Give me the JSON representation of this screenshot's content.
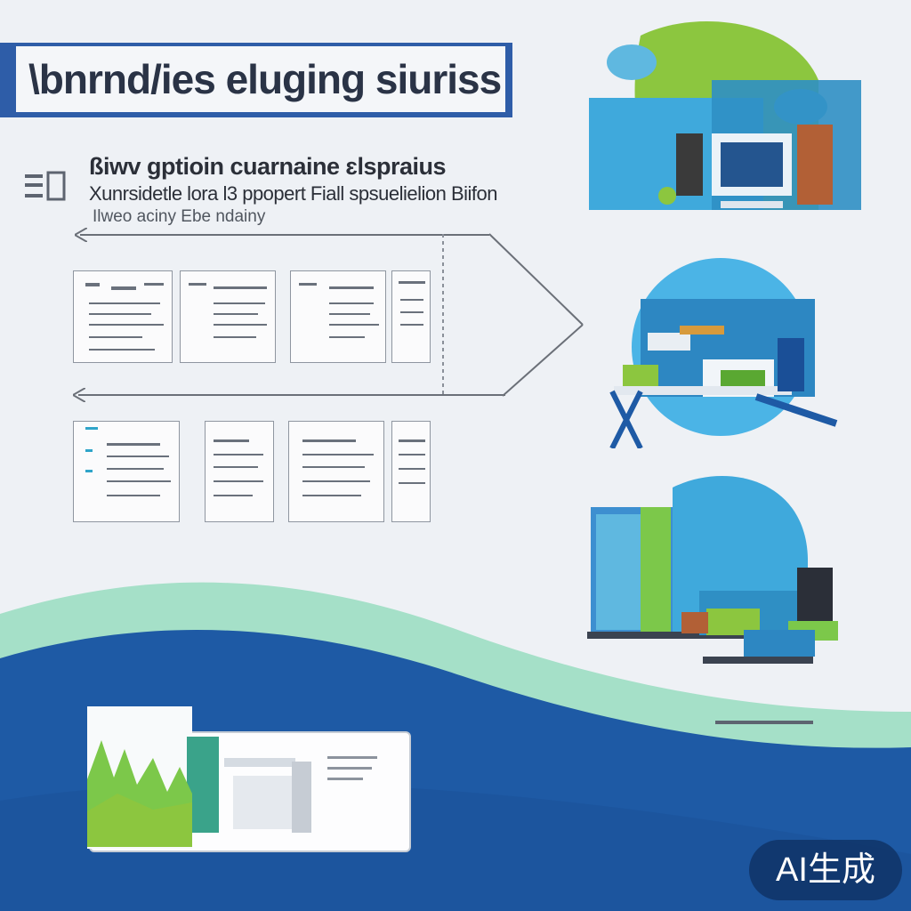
{
  "header": {
    "banner_title": "\\bnrnd/ies eluging siuriss"
  },
  "intro": {
    "title": "ßiwv gptioin cuarnaine ɛlspraius",
    "line1": "Xunrsidetle lora l3 ppopert Fiall spsuelielion Biifon",
    "line2": "Ilweo aciny Ebe ndainy"
  },
  "badge": {
    "label": "AI生成"
  },
  "colors": {
    "banner_blue": "#2e5da8",
    "wave_blue": "#1e5aa5",
    "wave_mint": "#8fd8c0",
    "accent_green": "#8cc63f",
    "accent_cyan": "#3fa9dc"
  }
}
